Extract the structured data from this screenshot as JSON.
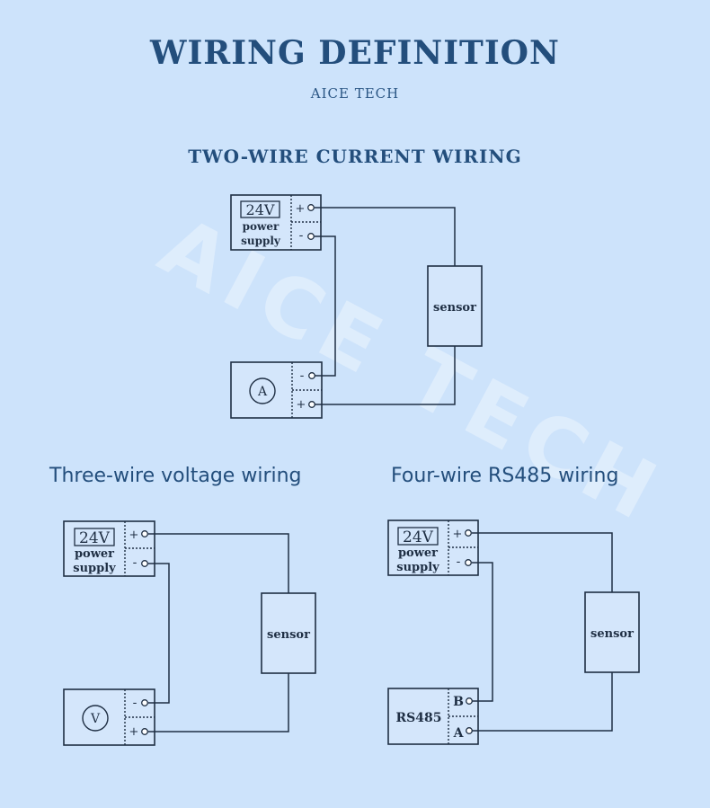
{
  "header": {
    "title": "WIRING DEFINITION",
    "subtitle": "AICE TECH"
  },
  "watermark": "AICE TECH",
  "two_wire": {
    "title": "TWO-WIRE CURRENT WIRING",
    "power_voltage": "24V",
    "power_label_1": "power",
    "power_label_2": "supply",
    "plus": "+",
    "minus": "-",
    "meter": "A",
    "sensor": "sensor"
  },
  "three_wire": {
    "title": "Three-wire voltage wiring",
    "power_voltage": "24V",
    "power_label_1": "power",
    "power_label_2": "supply",
    "plus": "+",
    "minus": "-",
    "meter": "V",
    "sensor": "sensor"
  },
  "four_wire": {
    "title": "Four-wire RS485 wiring",
    "power_voltage": "24V",
    "power_label_1": "power",
    "power_label_2": "supply",
    "plus": "+",
    "minus": "-",
    "device": "RS485",
    "terminal_b": "B",
    "terminal_a": "A",
    "sensor": "sensor"
  },
  "colors": {
    "background": "#cde3fb",
    "title": "#234e7c",
    "line": "#1f2f44"
  }
}
